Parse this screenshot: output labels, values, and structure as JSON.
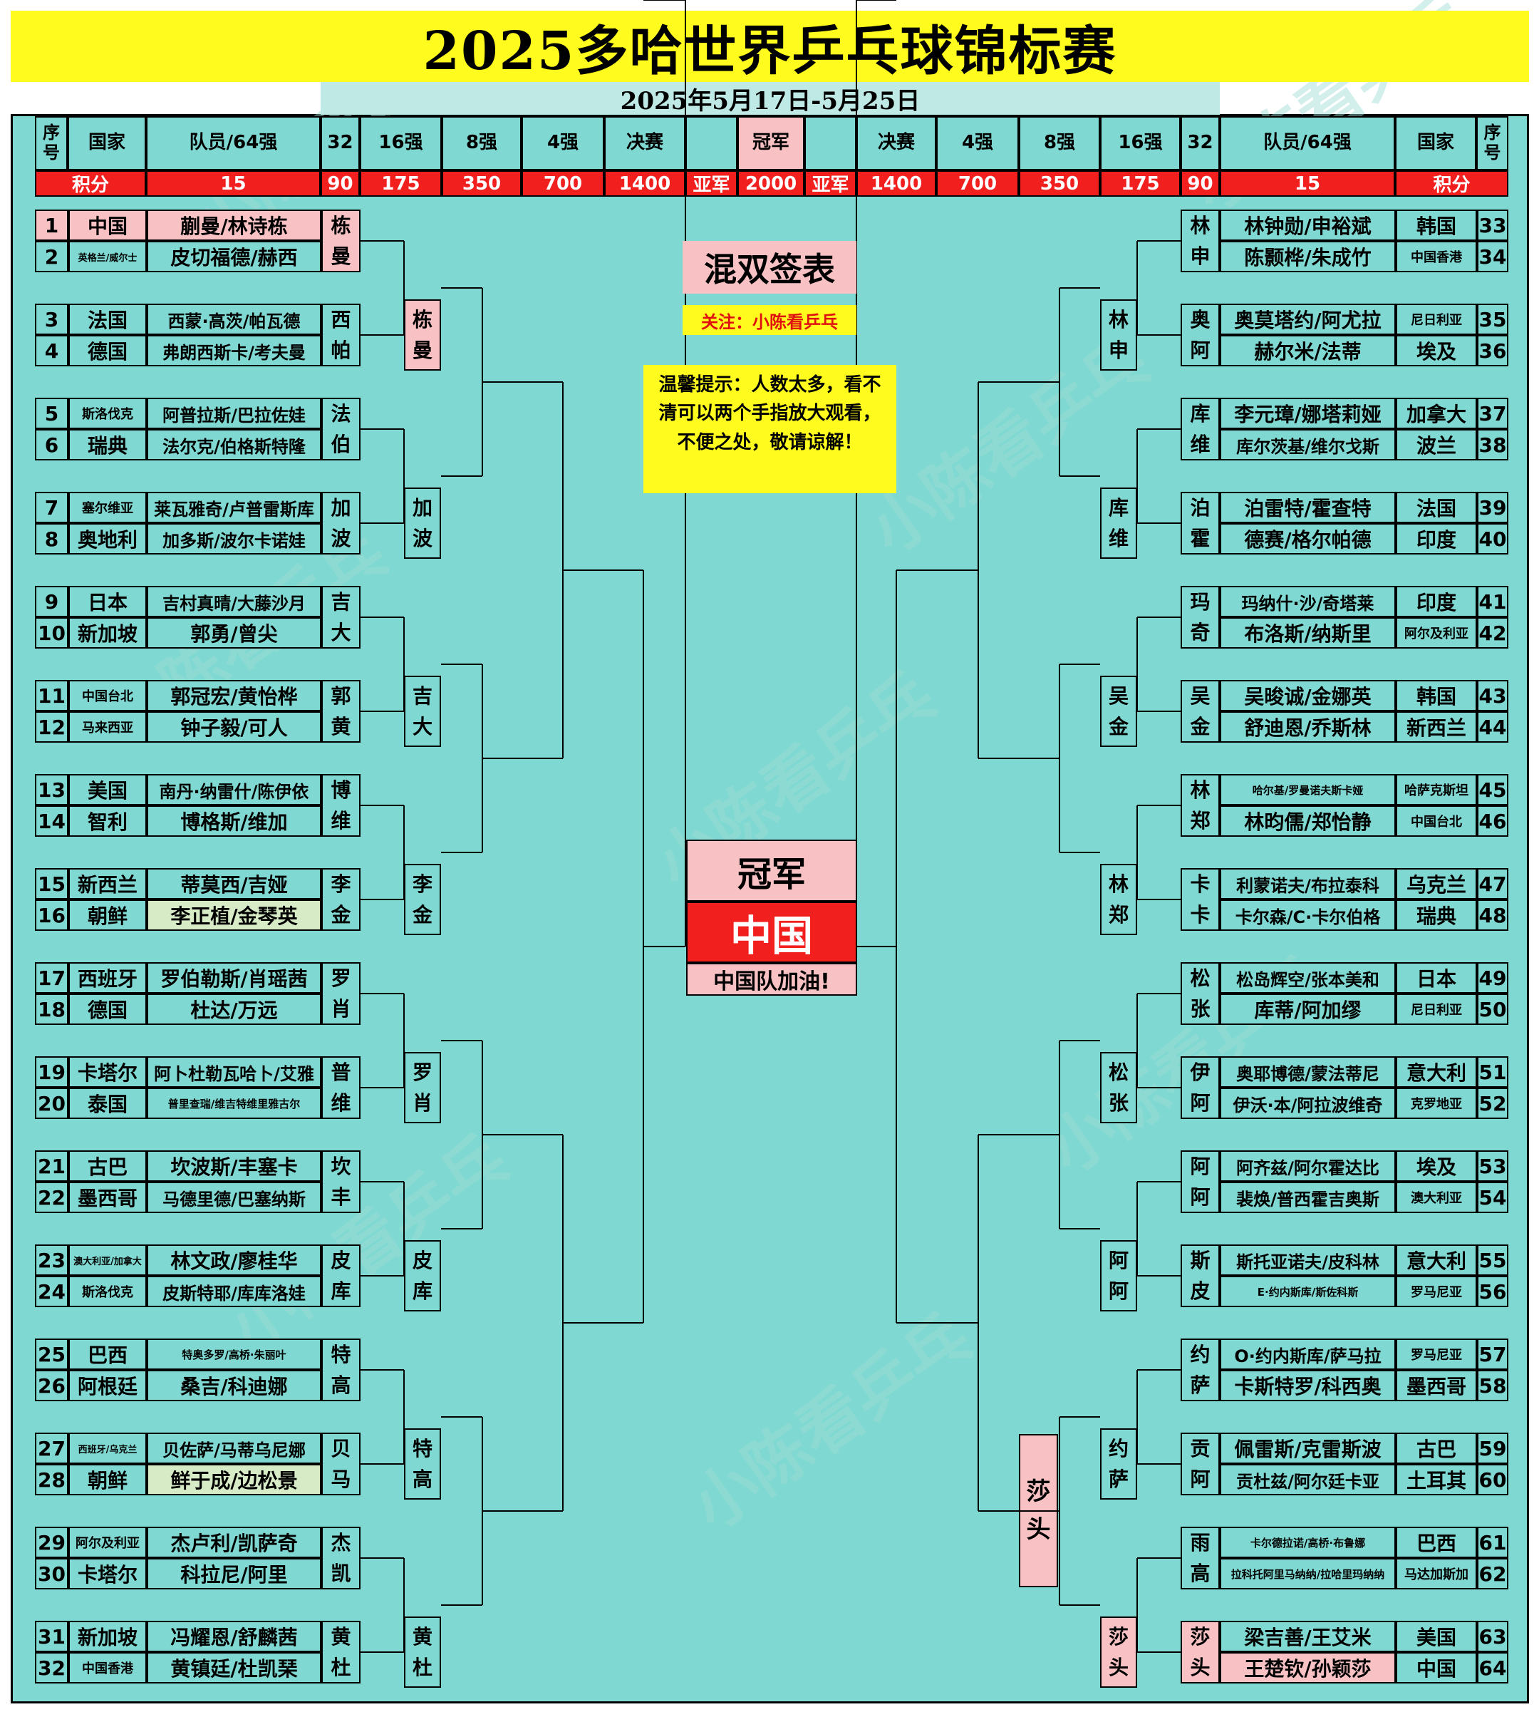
{
  "title": "2025多哈世界乒乓球锦标赛",
  "dates": "2025年5月17日-5月25日",
  "headers": {
    "seq": "序号",
    "country": "国家",
    "players": "队员/64强",
    "r32": "32",
    "r16": "16强",
    "qf": "8强",
    "sf": "4强",
    "final": "决赛",
    "champion": "冠军"
  },
  "points": {
    "label": "积分",
    "p64": "15",
    "p32": "90",
    "p16": "175",
    "p8": "350",
    "p4": "700",
    "pf": "1400",
    "runner": "亚军",
    "champ": "2000"
  },
  "main_title": "混双签表",
  "follow": "关注：小陈看乒乓",
  "tip": "温馨提示：人数太多，看不清可以两个手指放大观看，不便之处，敬请谅解！",
  "champion": {
    "label": "冠军",
    "country": "中国",
    "cheer": "中国队加油!"
  },
  "watermark": "小陈看乒乓",
  "left": [
    {
      "n": "1",
      "c": "中国",
      "p": "蒯曼/林诗栋"
    },
    {
      "n": "2",
      "c": "英格兰/威尔士",
      "p": "皮切福德/赫西"
    },
    {
      "n": "3",
      "c": "法国",
      "p": "西蒙·高茨/帕瓦德"
    },
    {
      "n": "4",
      "c": "德国",
      "p": "弗朗西斯卡/考夫曼"
    },
    {
      "n": "5",
      "c": "斯洛伐克",
      "p": "阿普拉斯/巴拉佐娃"
    },
    {
      "n": "6",
      "c": "瑞典",
      "p": "法尔克/伯格斯特隆"
    },
    {
      "n": "7",
      "c": "塞尔维亚",
      "p": "莱瓦雅奇/卢普雷斯库"
    },
    {
      "n": "8",
      "c": "奥地利",
      "p": "加多斯/波尔卡诺娃"
    },
    {
      "n": "9",
      "c": "日本",
      "p": "吉村真晴/大藤沙月"
    },
    {
      "n": "10",
      "c": "新加坡",
      "p": "郭勇/曾尖"
    },
    {
      "n": "11",
      "c": "中国台北",
      "p": "郭冠宏/黄怡桦"
    },
    {
      "n": "12",
      "c": "马来西亚",
      "p": "钟子毅/可人"
    },
    {
      "n": "13",
      "c": "美国",
      "p": "南丹·纳雷什/陈伊依"
    },
    {
      "n": "14",
      "c": "智利",
      "p": "博格斯/维加"
    },
    {
      "n": "15",
      "c": "新西兰",
      "p": "蒂莫西/吉娅"
    },
    {
      "n": "16",
      "c": "朝鲜",
      "p": "李正植/金琴英"
    },
    {
      "n": "17",
      "c": "西班牙",
      "p": "罗伯勒斯/肖瑶茜"
    },
    {
      "n": "18",
      "c": "德国",
      "p": "杜达/万远"
    },
    {
      "n": "19",
      "c": "卡塔尔",
      "p": "阿卜杜勒瓦哈卜/艾雅"
    },
    {
      "n": "20",
      "c": "泰国",
      "p": "普里查瑞/维吉特维里雅古尔"
    },
    {
      "n": "21",
      "c": "古巴",
      "p": "坎波斯/丰塞卡"
    },
    {
      "n": "22",
      "c": "墨西哥",
      "p": "马德里德/巴塞纳斯"
    },
    {
      "n": "23",
      "c": "澳大利亚/加拿大",
      "p": "林文政/廖桂华"
    },
    {
      "n": "24",
      "c": "斯洛伐克",
      "p": "皮斯特耶/库库洛娃"
    },
    {
      "n": "25",
      "c": "巴西",
      "p": "特奥多罗/高桥·朱丽叶"
    },
    {
      "n": "26",
      "c": "阿根廷",
      "p": "桑吉/科迪娜"
    },
    {
      "n": "27",
      "c": "西班牙/乌克兰",
      "p": "贝佐萨/马蒂乌尼娜"
    },
    {
      "n": "28",
      "c": "朝鲜",
      "p": "鲜于成/边松景"
    },
    {
      "n": "29",
      "c": "阿尔及利亚",
      "p": "杰卢利/凯萨奇"
    },
    {
      "n": "30",
      "c": "卡塔尔",
      "p": "科拉尼/阿里"
    },
    {
      "n": "31",
      "c": "新加坡",
      "p": "冯耀恩/舒麟茜"
    },
    {
      "n": "32",
      "c": "中国香港",
      "p": "黄镇廷/杜凯琹"
    }
  ],
  "left_r32": [
    "栋曼",
    "西帕",
    "法伯",
    "加波",
    "吉大",
    "郭黄",
    "博维",
    "李金",
    "罗肖",
    "普维",
    "坎丰",
    "皮库",
    "特高",
    "贝马",
    "杰凯",
    "黄杜"
  ],
  "left_r16": [
    "栋曼",
    "加波",
    "吉大",
    "李金",
    "罗肖",
    "皮库",
    "特高",
    "黄杜"
  ],
  "right": [
    {
      "n": "33",
      "c": "韩国",
      "p": "林钟勋/申裕斌"
    },
    {
      "n": "34",
      "c": "中国香港",
      "p": "陈颢桦/朱成竹"
    },
    {
      "n": "35",
      "c": "尼日利亚",
      "p": "奥莫塔约/阿尤拉"
    },
    {
      "n": "36",
      "c": "埃及",
      "p": "赫尔米/法蒂"
    },
    {
      "n": "37",
      "c": "加拿大",
      "p": "李元璋/娜塔莉娅"
    },
    {
      "n": "38",
      "c": "波兰",
      "p": "库尔茨基/维尔戈斯"
    },
    {
      "n": "39",
      "c": "法国",
      "p": "泊雷特/霍查特"
    },
    {
      "n": "40",
      "c": "印度",
      "p": "德赛/格尔帕德"
    },
    {
      "n": "41",
      "c": "印度",
      "p": "玛纳什·沙/奇塔莱"
    },
    {
      "n": "42",
      "c": "阿尔及利亚",
      "p": "布洛斯/纳斯里"
    },
    {
      "n": "43",
      "c": "韩国",
      "p": "吴晙诚/金娜英"
    },
    {
      "n": "44",
      "c": "新西兰",
      "p": "舒迪恩/乔斯林"
    },
    {
      "n": "45",
      "c": "哈萨克斯坦",
      "p": "哈尔基/罗曼诺夫斯卡娅"
    },
    {
      "n": "46",
      "c": "中国台北",
      "p": "林昀儒/郑怡静"
    },
    {
      "n": "47",
      "c": "乌克兰",
      "p": "利蒙诺夫/布拉泰科"
    },
    {
      "n": "48",
      "c": "瑞典",
      "p": "卡尔森/C·卡尔伯格"
    },
    {
      "n": "49",
      "c": "日本",
      "p": "松岛辉空/张本美和"
    },
    {
      "n": "50",
      "c": "尼日利亚",
      "p": "库蒂/阿加缪"
    },
    {
      "n": "51",
      "c": "意大利",
      "p": "奥耶博德/蒙法蒂尼"
    },
    {
      "n": "52",
      "c": "克罗地亚",
      "p": "伊沃·本/阿拉波维奇"
    },
    {
      "n": "53",
      "c": "埃及",
      "p": "阿齐兹/阿尔霍达比"
    },
    {
      "n": "54",
      "c": "澳大利亚",
      "p": "裴焕/普西霍吉奥斯"
    },
    {
      "n": "55",
      "c": "意大利",
      "p": "斯托亚诺夫/皮科林"
    },
    {
      "n": "56",
      "c": "罗马尼亚",
      "p": "E·约内斯库/斯佐科斯"
    },
    {
      "n": "57",
      "c": "罗马尼亚",
      "p": "O·约内斯库/萨马拉"
    },
    {
      "n": "58",
      "c": "墨西哥",
      "p": "卡斯特罗/科西奥"
    },
    {
      "n": "59",
      "c": "古巴",
      "p": "佩雷斯/克雷斯波"
    },
    {
      "n": "60",
      "c": "土耳其",
      "p": "贡杜兹/阿尔廷卡亚"
    },
    {
      "n": "61",
      "c": "巴西",
      "p": "卡尔德拉诺/高桥·布鲁娜"
    },
    {
      "n": "62",
      "c": "马达加斯加",
      "p": "拉科托阿里马纳纳/拉哈里玛纳纳"
    },
    {
      "n": "63",
      "c": "美国",
      "p": "梁吉善/王艾米"
    },
    {
      "n": "64",
      "c": "中国",
      "p": "王楚钦/孙颖莎"
    }
  ],
  "right_r32": [
    "林申",
    "奥阿",
    "库维",
    "泊霍",
    "玛奇",
    "吴金",
    "林郑",
    "卡卡",
    "松张",
    "伊阿",
    "阿阿",
    "斯皮",
    "约萨",
    "贡阿",
    "雨高",
    "莎头"
  ],
  "right_r16": [
    "林申",
    "库维",
    "吴金",
    "林郑",
    "松张",
    "阿阿",
    "约萨",
    "莎头"
  ],
  "right_qf": "莎头"
}
